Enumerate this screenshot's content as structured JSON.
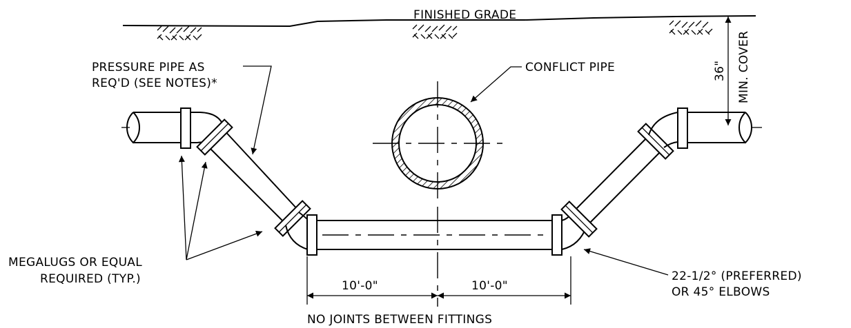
{
  "labels": {
    "finished_grade": "FINISHED GRADE",
    "pressure_pipe_line1": "PRESSURE PIPE AS",
    "pressure_pipe_line2": "REQ'D (SEE NOTES)*",
    "conflict_pipe": "CONFLICT PIPE",
    "cover_depth": "36\"",
    "min_cover": "MIN. COVER",
    "megalugs_line1": "MEGALUGS OR EQUAL",
    "megalugs_line2": "REQUIRED (TYP.)",
    "elbows_line1": "22-1/2° (PREFERRED)",
    "elbows_line2": "OR 45° ELBOWS",
    "dim_left": "10'-0\"",
    "dim_right": "10'-0\"",
    "no_joints": "NO JOINTS BETWEEN FITTINGS"
  }
}
